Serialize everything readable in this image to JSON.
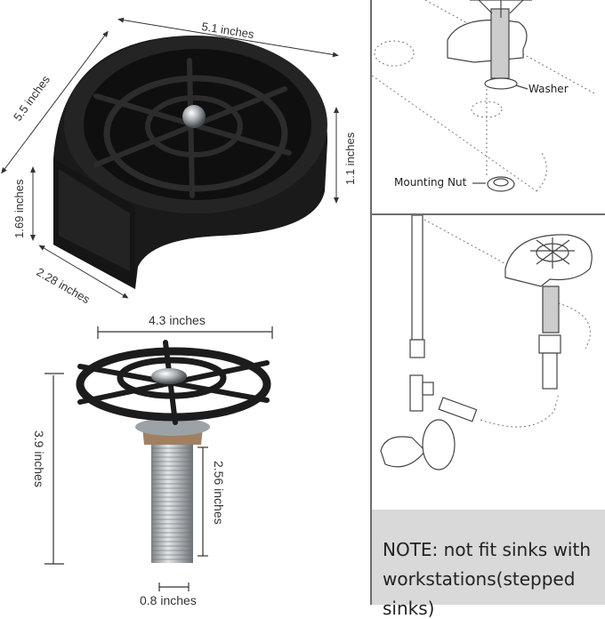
{
  "product_figure": {
    "basin_dimensions": {
      "width": "5.1 inches",
      "depth": "5.5 inches",
      "inner_height": "1.1 inches",
      "front_height": "1.69 inches",
      "front_width": "2.28 inches"
    },
    "spray_head_dimensions": {
      "head_width": "4.3 inches",
      "total_height": "3.9 inches",
      "thread_length": "2.56 inches",
      "thread_diameter": "0.8 inches"
    }
  },
  "installation_diagram": {
    "labels": {
      "washer": "Washer",
      "mounting_nut": "Mounting Nut"
    }
  },
  "note": {
    "text": "NOTE: not fit sinks with workstations(stepped sinks)",
    "line1": "NOTE: not fit sinks with",
    "line2": "workstations(stepped",
    "line3": "sinks)"
  },
  "colors": {
    "product_black": "#1c1c1c",
    "steel": "#b8bcc0",
    "divider": "#6e6e6e",
    "note_bg": "#d9d9d9",
    "diagram_line": "#555555"
  }
}
